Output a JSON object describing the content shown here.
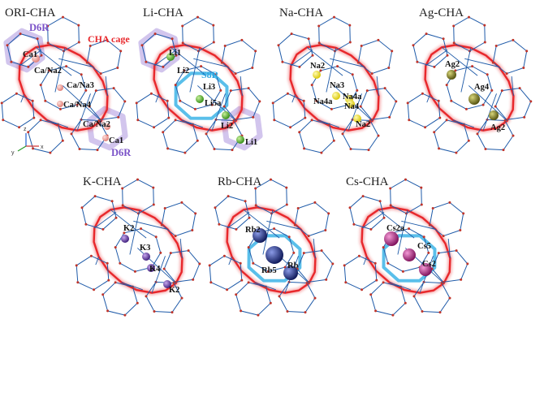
{
  "colors": {
    "cage": "#e8282c",
    "framework": "#1e5aa8",
    "oxygen": "#c0342a",
    "d6r": "#9b7fd8",
    "s8r": "#3db4e6",
    "ori": "#f4a8a2",
    "li": "#5bbf2a",
    "na": "#f2ea1c",
    "ag": "#7c7a16",
    "k": "#6a3aa8",
    "rb": "#1c2a86",
    "cs": "#c02088"
  },
  "panels": [
    {
      "id": "ori",
      "title": "ORI-CHA",
      "ring": "d6r",
      "callouts": {
        "d6r_top": "D6R",
        "d6r_bottom": "D6R",
        "cage": "CHA cage"
      },
      "axes": {
        "z": "z",
        "x": "x",
        "y": "y"
      },
      "sites": [
        {
          "label": "Ca1",
          "color": "ori"
        },
        {
          "label": "Ca/Na2",
          "color": "ori"
        },
        {
          "label": "Ca/Na3",
          "color": "ori"
        },
        {
          "label": "Ca/Na4",
          "color": "ori"
        },
        {
          "label": "Ca/Na2",
          "color": "ori"
        },
        {
          "label": "Ca1",
          "color": "ori"
        }
      ]
    },
    {
      "id": "li",
      "title": "Li-CHA",
      "ring": "d6r",
      "callouts": {
        "s8r": "S8R"
      },
      "sites": [
        {
          "label": "Li1",
          "color": "li"
        },
        {
          "label": "Li2",
          "color": "li"
        },
        {
          "label": "Li3",
          "color": "li"
        },
        {
          "label": "Li5a",
          "color": "li"
        },
        {
          "label": "Li2",
          "color": "li"
        },
        {
          "label": "Li1",
          "color": "li"
        }
      ]
    },
    {
      "id": "na",
      "title": "Na-CHA",
      "sites": [
        {
          "label": "Na2",
          "color": "na"
        },
        {
          "label": "Na3",
          "color": "na"
        },
        {
          "label": "Na4a",
          "color": "na"
        },
        {
          "label": "Na4a",
          "color": "na"
        },
        {
          "label": "Na4",
          "color": "na"
        },
        {
          "label": "Na2",
          "color": "na"
        }
      ]
    },
    {
      "id": "ag",
      "title": "Ag-CHA",
      "sites": [
        {
          "label": "Ag2",
          "color": "ag"
        },
        {
          "label": "Ag4",
          "color": "ag"
        },
        {
          "label": "Ag2",
          "color": "ag"
        }
      ]
    },
    {
      "id": "k",
      "title": "K-CHA",
      "sites": [
        {
          "label": "K2",
          "color": "k"
        },
        {
          "label": "K3",
          "color": "k"
        },
        {
          "label": "K4",
          "color": "k"
        },
        {
          "label": "K2",
          "color": "k"
        }
      ]
    },
    {
      "id": "rb",
      "title": "Rb-CHA",
      "ring": "s8r",
      "sites": [
        {
          "label": "Rb2",
          "color": "rb"
        },
        {
          "label": "Rb5",
          "color": "rb"
        },
        {
          "label": "Rb",
          "color": "rb"
        }
      ]
    },
    {
      "id": "cs",
      "title": "Cs-CHA",
      "ring": "s8r",
      "sites": [
        {
          "label": "Cs2a",
          "color": "cs"
        },
        {
          "label": "Cs5",
          "color": "cs"
        },
        {
          "label": "Cs2",
          "color": "cs"
        }
      ]
    }
  ]
}
